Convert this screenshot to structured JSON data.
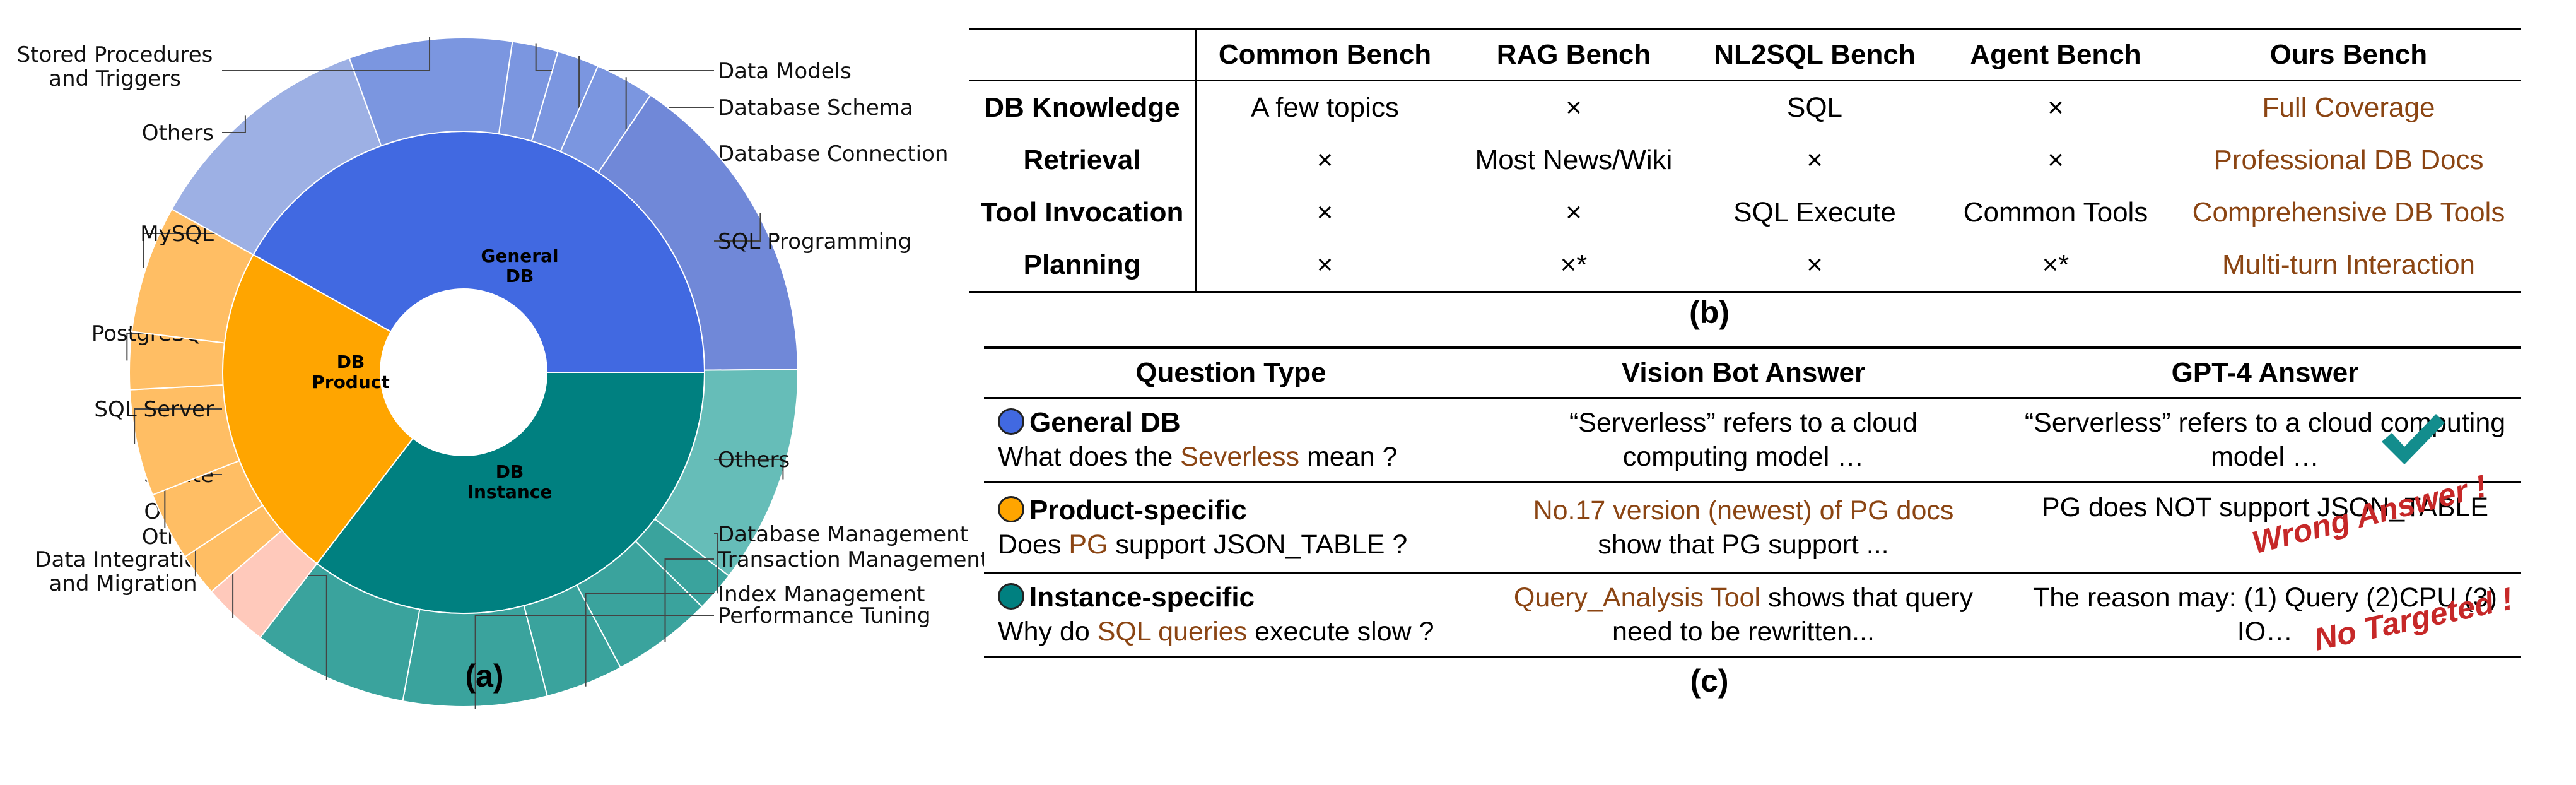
{
  "sunburst": {
    "inner_ring": [
      {
        "label": "General DB",
        "color": "#4169E1"
      },
      {
        "label": "DB Instance",
        "color": "#008080"
      },
      {
        "label": "DB Product",
        "color": "#FFA500"
      }
    ],
    "outer_ring": [
      {
        "label": "Data Models",
        "parent": "General DB",
        "color": "#7B96E0"
      },
      {
        "label": "Database Schema",
        "parent": "General DB",
        "color": "#7B96E0"
      },
      {
        "label": "Database Connection",
        "parent": "General DB",
        "color": "#7B96E0"
      },
      {
        "label": "SQL Programming",
        "parent": "General DB",
        "color": "#7088D8"
      },
      {
        "label": "Others",
        "parent": "DB Instance",
        "color": "#66BDB8"
      },
      {
        "label": "Database Management",
        "parent": "DB Instance",
        "color": "#3AA39D"
      },
      {
        "label": "Transaction Management",
        "parent": "DB Instance",
        "color": "#3AA39D"
      },
      {
        "label": "Index Management",
        "parent": "DB Instance",
        "color": "#3AA39D"
      },
      {
        "label": "Performance Tuning",
        "parent": "DB Instance",
        "color": "#3AA39D"
      },
      {
        "label": "Data Integration and Migration",
        "parent": "DB Instance",
        "color": "#3AA39D"
      },
      {
        "label": "Others",
        "parent": "DB Product",
        "color": "#FFC9BB"
      },
      {
        "label": "Oracle",
        "parent": "DB Product",
        "color": "#FFBE64"
      },
      {
        "label": "SQLite",
        "parent": "DB Product",
        "color": "#FFBE64"
      },
      {
        "label": "SQL Server",
        "parent": "DB Product",
        "color": "#FFBE64"
      },
      {
        "label": "PostgreSQL",
        "parent": "DB Product",
        "color": "#FFBE64"
      },
      {
        "label": "MySQL",
        "parent": "DB Product",
        "color": "#FFBE64"
      },
      {
        "label": "Others",
        "parent": "General DB",
        "color": "#9DB0E4"
      },
      {
        "label": "Stored Procedures and Triggers",
        "parent": "General DB",
        "color": "#7B96E0"
      }
    ],
    "caption": "(a)"
  },
  "table_b": {
    "caption": "(b)",
    "headers": [
      "",
      "Common Bench",
      "RAG Bench",
      "NL2SQL Bench",
      "Agent Bench",
      "Ours Bench"
    ],
    "rows": [
      {
        "label": "DB Knowledge",
        "cells": [
          "A few topics",
          "×",
          "SQL",
          "×",
          "Full Coverage"
        ]
      },
      {
        "label": "Retrieval",
        "cells": [
          "×",
          "Most News/Wiki",
          "×",
          "×",
          "Professional DB Docs"
        ]
      },
      {
        "label": "Tool Invocation",
        "cells": [
          "×",
          "×",
          "SQL Execute",
          "Common Tools",
          "Comprehensive DB Tools"
        ]
      },
      {
        "label": "Planning",
        "cells": [
          "×",
          "×*",
          "×",
          "×*",
          "Multi-turn Interaction"
        ]
      }
    ],
    "highlight_color": "#8B4513"
  },
  "table_c": {
    "caption": "(c)",
    "headers": [
      "Question Type",
      "Vision Bot Answer",
      "GPT-4 Answer"
    ],
    "rows": [
      {
        "type": "General DB",
        "dot_color": "#4169E1",
        "q_pre": "What does the ",
        "q_hl": "Severless",
        "q_post": " mean ?",
        "vision_hl": "",
        "vision_line1": "“Serverless” refers to a cloud",
        "vision_line2": "computing model …",
        "gpt_line1": "“Serverless” refers to a cloud computing",
        "gpt_line2": "model …"
      },
      {
        "type": "Product-specific",
        "dot_color": "#FFA500",
        "q_pre": "Does ",
        "q_hl": "PG",
        "q_post": " support JSON_TABLE ?",
        "vision_hl": "No.17 version (newest) of PG docs",
        "vision_line1": "",
        "vision_line2": "show that PG support ...",
        "gpt_line1": "PG does NOT support JSON_TABLE",
        "gpt_line2": ""
      },
      {
        "type": "Instance-specific",
        "dot_color": "#008080",
        "q_pre": "Why do ",
        "q_hl": "SQL queries",
        "q_post": " execute slow ?",
        "vision_hl": "Query_Analysis Tool",
        "vision_line1": " shows that query",
        "vision_line2": "need to be rewritten...",
        "gpt_line1": "The reason may: (1) Query (2)CPU (3)",
        "gpt_line2": "IO…"
      }
    ],
    "stamps": {
      "wrong": "Wrong Answer !",
      "untargeted": "No Targeted !"
    },
    "check_color": "#138D8D"
  }
}
